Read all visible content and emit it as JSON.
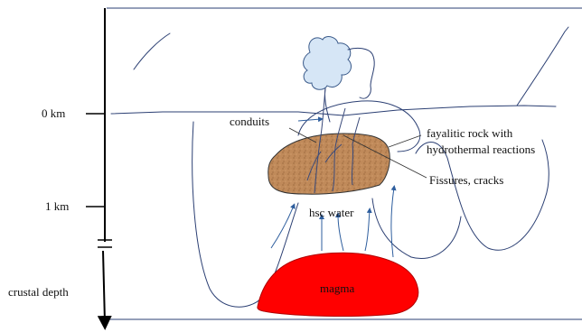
{
  "labels": {
    "depth_0": "0 km",
    "depth_1": "1 km",
    "crustal_depth": "crustal depth",
    "conduits": "conduits",
    "fayalitic_line1": "fayalitic rock with",
    "fayalitic_line2": "hydrothermal reactions",
    "fissures": "Fissures, cracks",
    "hsc_water": "hsc water",
    "magma": "magma"
  },
  "colors": {
    "outline": "#2b3f73",
    "flow_arrows": "#2e5e9e",
    "magma": "#ff0000",
    "rock_fill": "#c08a5a",
    "steam": "#d6e6f6",
    "axis": "#000000"
  }
}
